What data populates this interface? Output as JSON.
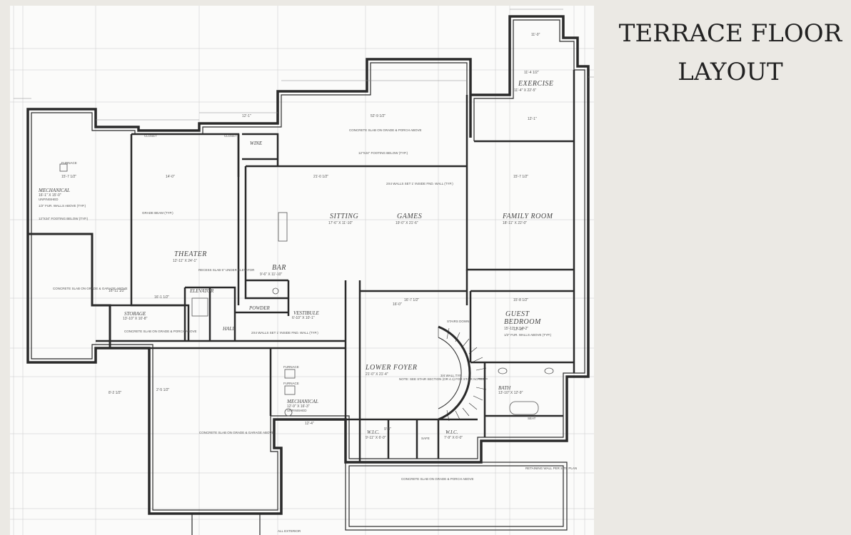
{
  "slide": {
    "title_line1": "TERRACE FLOOR",
    "title_line2": "LAYOUT"
  },
  "plan": {
    "rooms": {
      "exercise": "EXERCISE",
      "sitting": "SITTING",
      "games": "GAMES",
      "family_room": "FAMILY ROOM",
      "theater": "THEATER",
      "mechanical_left": "MECHANICAL",
      "mechanical_center": "MECHANICAL",
      "storage": "STORAGE",
      "bar": "BAR",
      "powder": "POWDER",
      "vestibule": "VESTIBULE",
      "hall": "HALL",
      "elevator": "ELEVATOR",
      "wine": "WINE",
      "guest_bedroom_1": "GUEST",
      "guest_bedroom_2": "BEDROOM",
      "lower_foyer": "LOWER FOYER",
      "bath": "BATH",
      "wic_left": "W.I.C.",
      "wic_right": "W.I.C.",
      "safe": "SAFE"
    },
    "dimensions": {
      "exercise": "11'-4\" X 22'-5\"",
      "sitting": "17'-6\" X 11'-10\"",
      "games": "19'-0\" X 21'-6\"",
      "family_room": "18'-11\" X 22'-0\"",
      "theater": "12'-11\" X 24'-1\"",
      "mechanical_left": "16'-1\" X 15'-0\"",
      "mechanical_center": "12'-9\" X 16'-3\"",
      "storage": "13'-10\" X 10'-8\"",
      "bar": "9'-6\" X 11'-10\"",
      "vestibule": "6'-10\" X 10'-1\"",
      "guest_bedroom": "15'-11\" X 14'-2\"",
      "lower_foyer": "21'-0\" X 21'-4\"",
      "bath": "13'-10\" X 12'-9\"",
      "wic_left": "9'-11\" X 6'-0\"",
      "wic_right": "7'-9\" X 6'-0\""
    },
    "notes": {
      "slab_top": "CONCRETE SLAB ON GRADE & PORCH ABOVE",
      "footing_top": "12\"X24\" FOOTING BELOW (TYP.)",
      "slab_left": "CONCRETE SLAB ON GRADE & GARAGE ABOVE",
      "slab_storage": "CONCRETE SLAB ON GRADE & PORCH ABOVE",
      "slab_garage": "CONCRETE SLAB ON GRADE & GARAGE ABOVE",
      "slab_bottom": "CONCRETE SLAB ON GRADE & PORCH ABOVE",
      "unfinished_left": "UNFINISHED",
      "unfinished_center": "UNFINISHED",
      "fur_walls": "1/2\" FUR. WALLS ABOVE (TYP.)",
      "footing_left": "12\"X24\" FOOTING BELOW (TYP.)",
      "grade_beam": "GRADE BEAM (TYP.)",
      "recess_slab": "RECESS SLAB 5\" UNDER ELEVATOR",
      "walls_set": "2X4 WALLS SET 1' INSIDE FND. WALL (TYP.)",
      "walls_set_top": "2X4 WALLS SET 1' INSIDE FND. WALL (TYP.)",
      "stairs_note": "NOTE: SEE STAIR SECTION (OR 4.1) FOR STAIR NOTES",
      "stairs": "STAIRS DOWN",
      "half_wall": "3/4 WALL TYP",
      "retaining": "RETAINING WALL PER SITE PLAN",
      "all_exterior": "ALL EXTERIOR",
      "guest_fur": "1/2\" FUR. WALLS ABOVE (TYP.)",
      "furnace_a": "FURNACE",
      "furnace_b": "FURNACE",
      "furnace_c": "FURNACE",
      "closet_a": "CLOSET",
      "closet_b": "CLOSET",
      "seat": "SEAT"
    },
    "dim_strings": {
      "d1": "52'-9 1/2\"",
      "d2": "12'-1\"",
      "d3": "11'-0\"",
      "d4": "11'-4 1/2\"",
      "d5": "12'-1\"",
      "d6": "15'-7 1/2\"",
      "d7": "21'-0 1/2\"",
      "d8": "15'-7 1/2\"",
      "d9": "16'-7 1/2\"",
      "d10": "15'-8 1/2\"",
      "d11": "14'-0\"",
      "d12": "16'-0\"",
      "d13": "16'-11 1/2\"",
      "d14": "12'-4\"",
      "d15": "16'-1 1/2\"",
      "d16": "9'-8\"",
      "d17": "12'-10\"",
      "d18": "2'-5 1/2\"",
      "d19": "8'-2 1/2\""
    }
  },
  "colors": {
    "slide_bg": "#ebe9e4",
    "plan_bg": "#fbfbfa",
    "wall": "#2a2a2a",
    "wall_fill": "#f2f2f2",
    "line": "#9a9a9a",
    "title": "#222222"
  }
}
